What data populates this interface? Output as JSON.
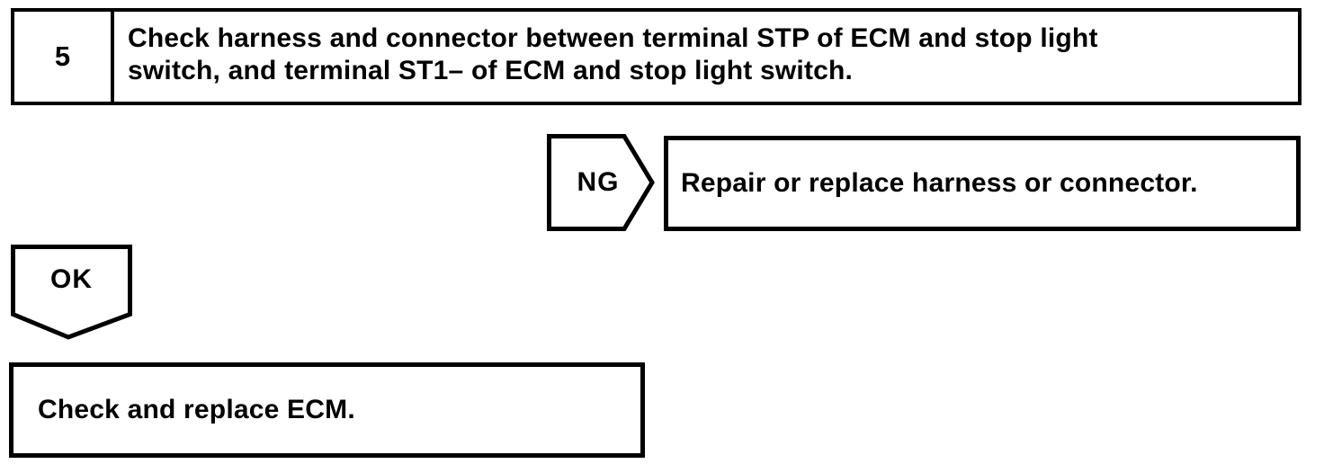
{
  "flowchart": {
    "step_number": "5",
    "step_text_lines": [
      "Check harness and connector between terminal STP of ECM and stop light",
      "switch, and terminal ST1– of ECM and stop light switch."
    ],
    "ng_label": "NG",
    "ng_action": "Repair or replace harness or connector.",
    "ok_label": "OK",
    "ok_action": "Check and replace ECM.",
    "colors": {
      "ink": "#000000",
      "paper": "#ffffff"
    }
  }
}
